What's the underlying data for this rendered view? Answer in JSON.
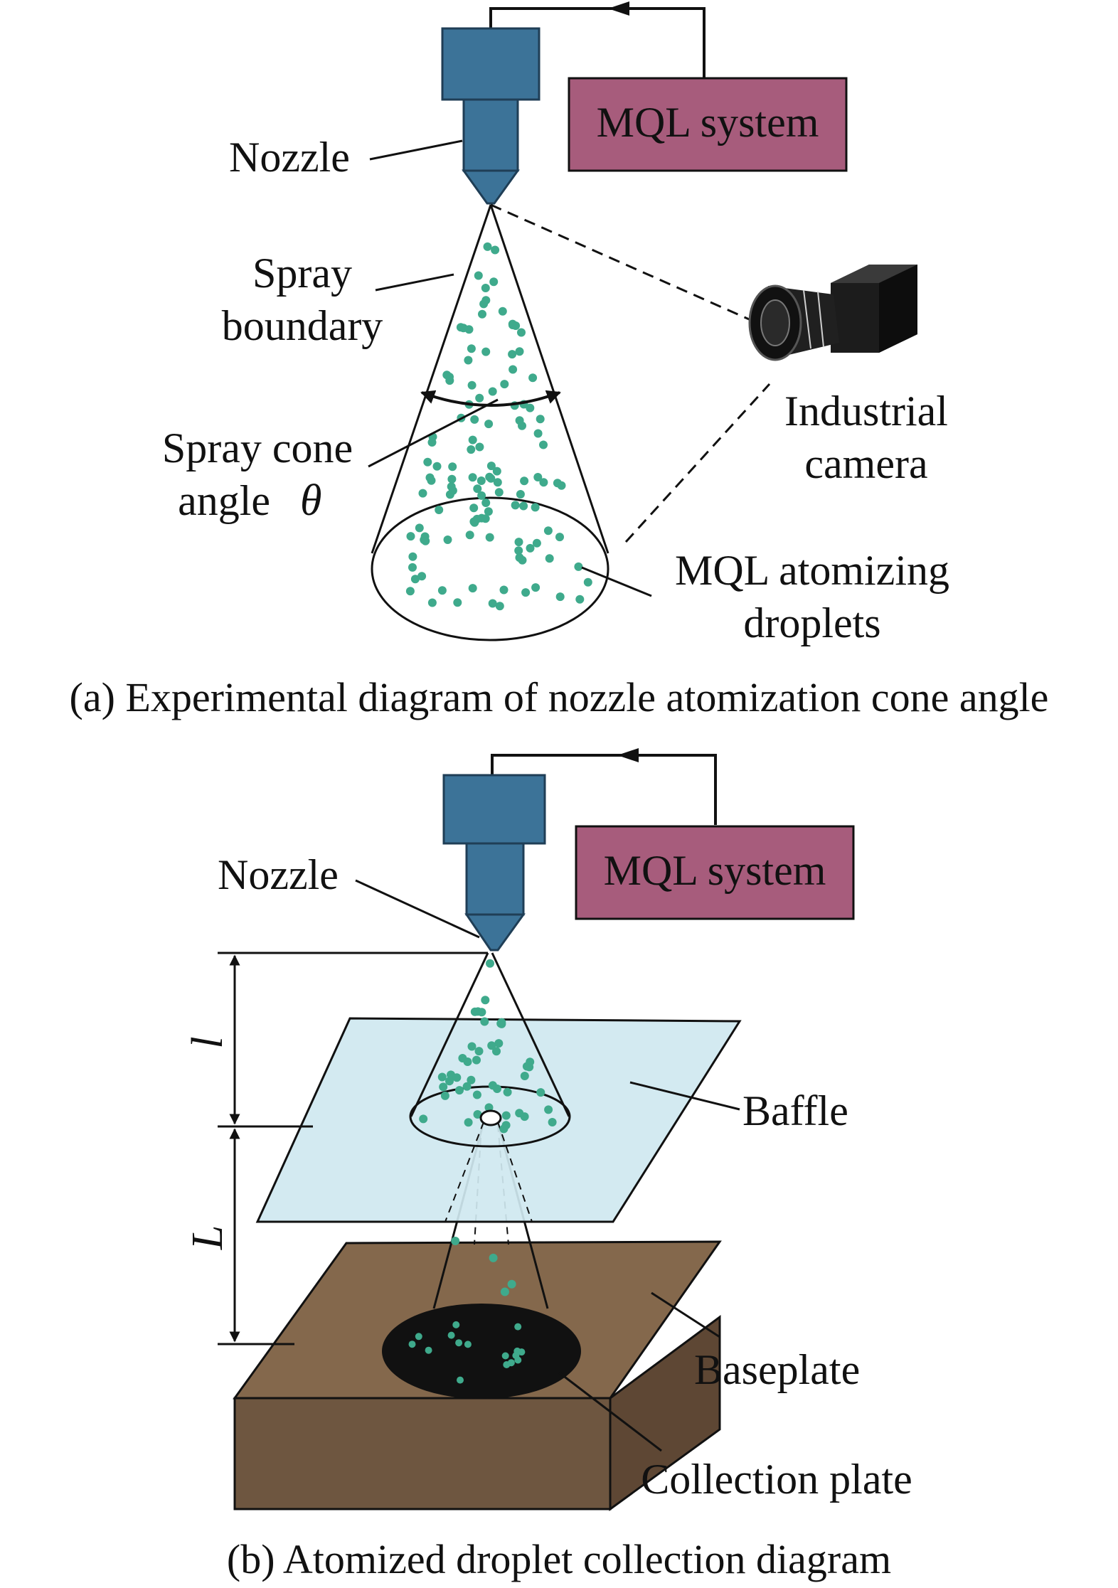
{
  "colors": {
    "nozzle": "#3C7398",
    "mql_box": "#A75C7C",
    "droplet": "#3FAA8C",
    "baffle": "#CFE8F0",
    "baseplate_top": "#84684C",
    "baseplate_front": "#6E5640",
    "baseplate_side": "#5E4734",
    "collection_plate": "#111111",
    "line": "#111111"
  },
  "panel_a": {
    "mql_system": "MQL system",
    "nozzle": "Nozzle",
    "spray_boundary_1": "Spray",
    "spray_boundary_2": "boundary",
    "cone_angle_1": "Spray cone",
    "cone_angle_2": "angle",
    "theta": "θ",
    "camera_1": "Industrial",
    "camera_2": "camera",
    "droplets_1": "MQL atomizing",
    "droplets_2": "droplets",
    "caption": "(a) Experimental diagram of nozzle atomization cone angle",
    "camera_icon": "industrial-camera-icon"
  },
  "panel_b": {
    "mql_system": "MQL system",
    "nozzle": "Nozzle",
    "dim_l": "l",
    "dim_L": "L",
    "baffle": "Baffle",
    "baseplate": "Baseplate",
    "collection_plate": "Collection plate",
    "caption": "(b) Atomized droplet collection diagram"
  }
}
